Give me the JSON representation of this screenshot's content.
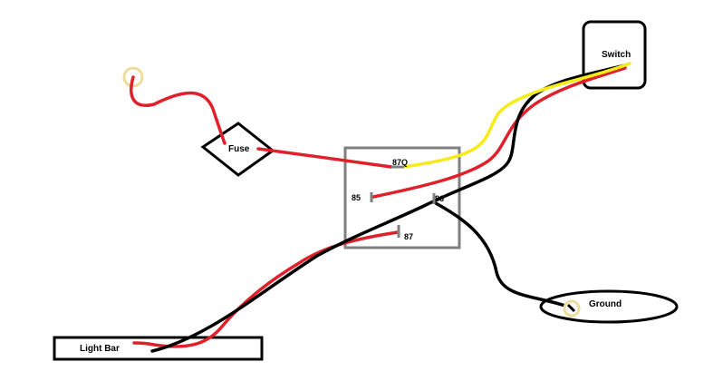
{
  "labels": {
    "switch": "Switch",
    "fuse": "Fuse",
    "ground": "Ground",
    "light_bar": "Light Bar",
    "pin_87q": "87Q",
    "pin_85": "85",
    "pin_86": "86",
    "pin_87": "87"
  },
  "colors": {
    "red_wire": "#e0212b",
    "black_wire": "#000000",
    "yellow_wire": "#f5eb19",
    "relay_box": "#7f7f7f",
    "terminal_ring": "#eedc9b",
    "terminal": "#7f7f7f"
  }
}
